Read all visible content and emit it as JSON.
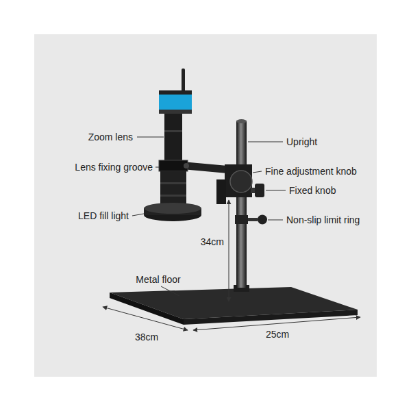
{
  "diagram": {
    "labels": [
      "Zoom lens",
      "Lens fixing groove",
      "LED fill light",
      "Upright",
      "Fine adjustment knob",
      "Fixed knob",
      "Non-slip limit ring",
      "34cm",
      "Metal floor",
      "38cm",
      "25cm"
    ]
  }
}
